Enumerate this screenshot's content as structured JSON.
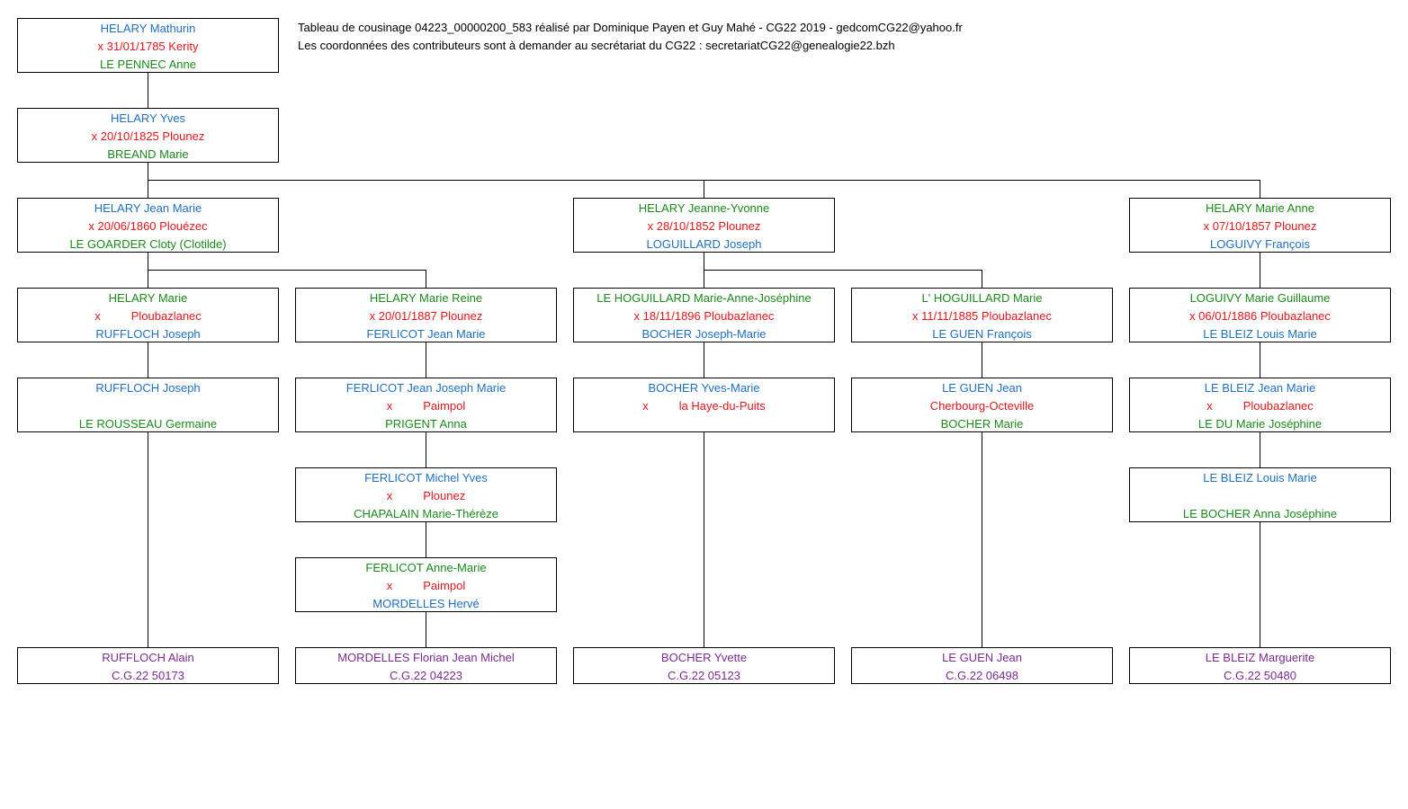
{
  "header": {
    "line1": "Tableau de cousinage 04223_00000200_583 réalisé par Dominique Payen et Guy Mahé - CG22 2019 - gedcomCG22@yahoo.fr",
    "line2": "Les coordonnées des contributeurs sont à demander au secrétariat du CG22 :  secretariatCG22@genealogie22.bzh"
  },
  "gen1": {
    "name": "HELARY Mathurin",
    "marriage": "x 31/01/1785 Kerity",
    "spouse": "LE PENNEC Anne"
  },
  "gen2": {
    "name": "HELARY Yves",
    "marriage": "x 20/10/1825 Plounez",
    "spouse": "BREAND Marie"
  },
  "gen3": [
    {
      "name": "HELARY Jean Marie",
      "marriage": "x 20/06/1860 Plouézec",
      "spouse": "LE GOARDER Cloty (Clotilde)"
    },
    {
      "name": "HELARY Jeanne-Yvonne",
      "marriage": "x 28/10/1852 Plounez",
      "spouse": "LOGUILLARD Joseph"
    },
    {
      "name": "HELARY Marie Anne",
      "marriage": "x 07/10/1857 Plounez",
      "spouse": "LOGUIVY François"
    }
  ],
  "gen4": [
    {
      "name": "HELARY Marie",
      "marriage_x": "x",
      "marriage_place": "Ploubazlanec",
      "spouse": "RUFFLOCH Joseph"
    },
    {
      "name": "HELARY Marie Reine",
      "marriage": "x 20/01/1887 Plounez",
      "spouse": "FERLICOT Jean Marie"
    },
    {
      "name": "LE HOGUILLARD Marie-Anne-Joséphine",
      "marriage": "x 18/11/1896 Ploubazlanec",
      "spouse": "BOCHER Joseph-Marie"
    },
    {
      "name": "L' HOGUILLARD Marie",
      "marriage": "x 11/11/1885 Ploubazlanec",
      "spouse": "LE GUEN François"
    },
    {
      "name": "LOGUIVY Marie Guillaume",
      "marriage": "x 06/01/1886 Ploubazlanec",
      "spouse": "LE BLEIZ Louis Marie"
    }
  ],
  "gen5": [
    {
      "name": "RUFFLOCH Joseph",
      "spouse": "LE ROUSSEAU Germaine"
    },
    {
      "name": "FERLICOT Jean Joseph Marie",
      "marriage_x": "x",
      "marriage_place": "Paimpol",
      "spouse": "PRIGENT Anna"
    },
    {
      "name": "BOCHER Yves-Marie",
      "marriage_x": "x",
      "marriage_place": "la Haye-du-Puits"
    },
    {
      "name": "LE GUEN Jean",
      "marriage_place": "Cherbourg-Octeville",
      "spouse": "BOCHER Marie"
    },
    {
      "name": "LE BLEIZ Jean Marie",
      "marriage_x": "x",
      "marriage_place": "Ploubazlanec",
      "spouse": "LE DU Marie Joséphine"
    }
  ],
  "gen6": [
    {
      "name": "FERLICOT Michel Yves",
      "marriage_x": "x",
      "marriage_place": "Plounez",
      "spouse": "CHAPALAIN Marie-Thérèze"
    },
    {
      "name": "LE BLEIZ Louis Marie",
      "spouse": "LE BOCHER Anna Joséphine"
    }
  ],
  "gen7": {
    "name": "FERLICOT Anne-Marie",
    "marriage_x": "x",
    "marriage_place": "Paimpol",
    "spouse": "MORDELLES Hervé"
  },
  "final": [
    {
      "name": "RUFFLOCH Alain",
      "code": "C.G.22 50173"
    },
    {
      "name": "MORDELLES Florian Jean Michel",
      "code": "C.G.22 04223"
    },
    {
      "name": "BOCHER Yvette",
      "code": "C.G.22 05123"
    },
    {
      "name": "LE GUEN Jean",
      "code": "C.G.22 06498"
    },
    {
      "name": "LE BLEIZ Marguerite",
      "code": "C.G.22 50480"
    }
  ]
}
